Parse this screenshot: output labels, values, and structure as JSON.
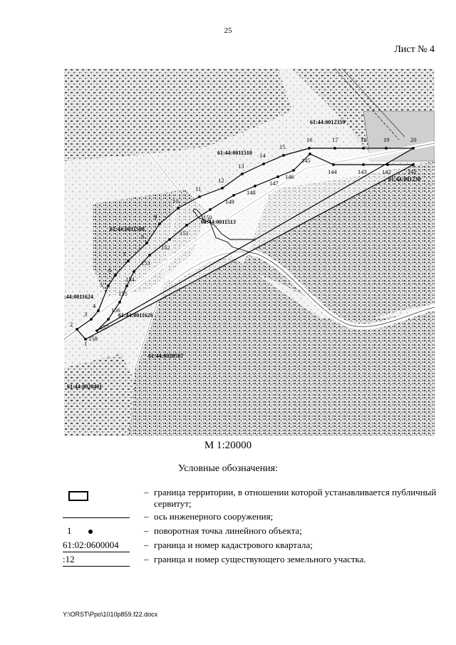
{
  "page_number": "25",
  "sheet_label": "Лист № 4",
  "map": {
    "cadastral_labels": [
      "61:44:0012359",
      "61:44:0011510",
      "61:44:0011513",
      "61:44:0011508",
      ":44:0011624",
      "61:44:0011626",
      "61:44:0020507",
      "61:44:0020401",
      "61:44:001230"
    ],
    "axis_points": [
      "1",
      "2",
      "3",
      "4",
      "5",
      "6",
      "7",
      "8",
      "9",
      "10",
      "11",
      "12",
      "13",
      "14",
      "15",
      "16",
      "17",
      "18",
      "19",
      "20"
    ],
    "boundary_points": [
      "141",
      "142",
      "143",
      "144",
      "145",
      "146",
      "147",
      "148",
      "149",
      "150",
      "151",
      "152",
      "153",
      "154",
      "155",
      "156",
      "157",
      "158"
    ]
  },
  "scale": "М 1:20000",
  "legend": {
    "title": "Условные обозначения:",
    "items": [
      {
        "dash": "–",
        "text": "граница территории, в отношении которой устанавливается публичный сервитут;"
      },
      {
        "dash": "–",
        "text": "ось инженерного сооружения;"
      },
      {
        "dash": "–",
        "text": "поворотная точка линейного объекта;",
        "symbol_label": "1"
      },
      {
        "dash": "–",
        "text": "граница и номер кадастрового квартала;",
        "symbol_label": "61:02:0600004"
      },
      {
        "dash": "–",
        "text": "граница и номер существующего земельного участка.",
        "symbol_label": ":12"
      }
    ]
  },
  "footer_path": "Y:\\ORST\\Ppo\\1010p859.f22.docx"
}
